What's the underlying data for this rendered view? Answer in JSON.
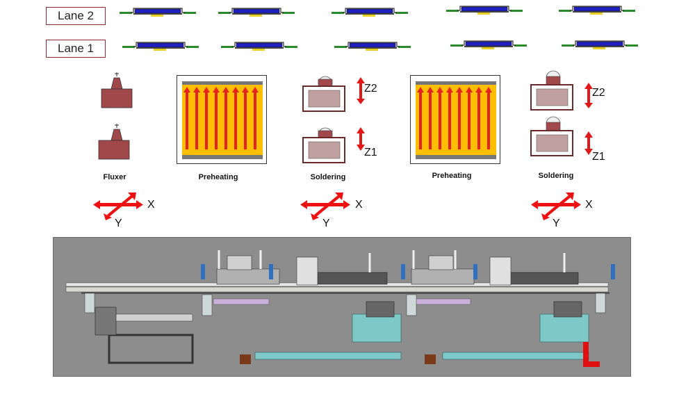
{
  "lanes": {
    "lane2": "Lane 2",
    "lane1": "Lane 1"
  },
  "stations": {
    "fluxer": "Fluxer",
    "preheating1": "Preheating",
    "soldering1": "Soldering",
    "preheating2": "Preheating",
    "soldering2": "Soldering"
  },
  "axes": {
    "x": "X",
    "y": "Y",
    "z1": "Z1",
    "z2": "Z2"
  },
  "colors": {
    "lane_border": "#8b2a2a",
    "nozzle": "#a0484a",
    "heater_bg": "#ffbf00",
    "heater_arrow": "#e52222",
    "axis_arrow": "#ee1111",
    "board": "#2020c0",
    "machine_bg": "#8d8d8d"
  }
}
